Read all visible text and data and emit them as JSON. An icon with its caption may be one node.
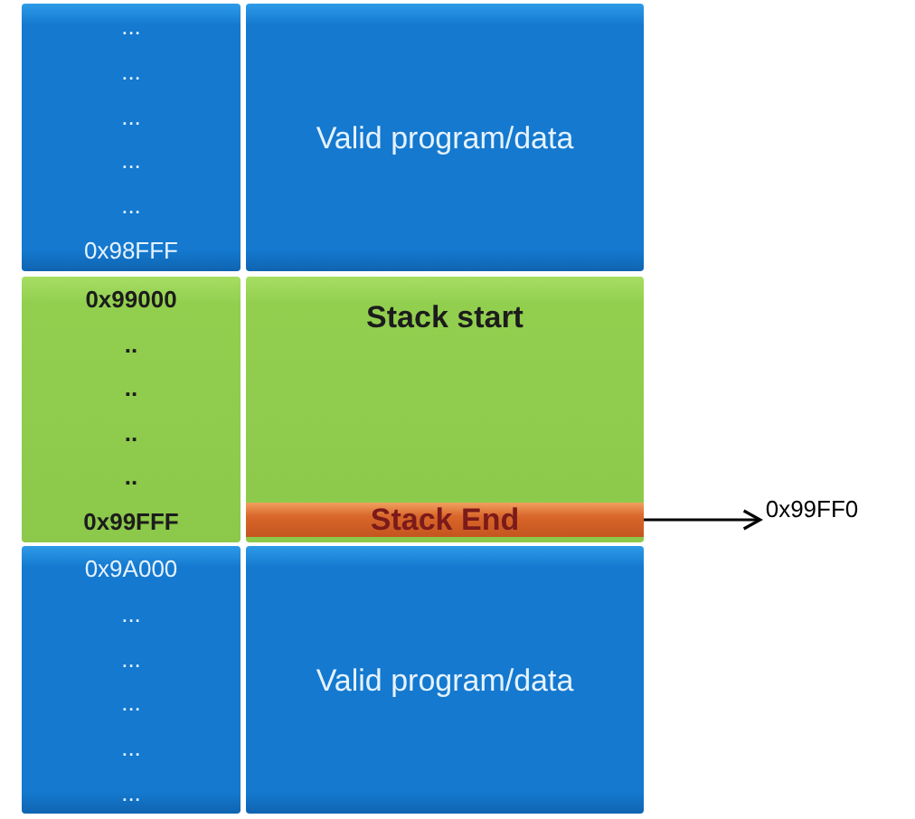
{
  "diagram": {
    "nodes": [
      {
        "text": [
          "...",
          "...",
          "...",
          "...",
          "...",
          "0x98FFF"
        ]
      },
      {
        "text": [
          "Valid program/data"
        ]
      },
      {
        "text": [
          "0x99000",
          "..",
          "..",
          "..",
          "..",
          "0x99FFF"
        ]
      },
      {
        "text": [
          "Stack start"
        ]
      },
      {
        "text": [
          "Stack End"
        ],
        "in": 3
      },
      {
        "text": [
          "0x9A000",
          "...",
          "...",
          "...",
          "...",
          "..."
        ]
      },
      {
        "text": [
          "Valid program/data"
        ]
      },
      {
        "text": [
          "0x99FF0"
        ]
      }
    ],
    "edges": [
      {
        "from": 4,
        "to": 7,
        "arrow": "to"
      }
    ]
  }
}
